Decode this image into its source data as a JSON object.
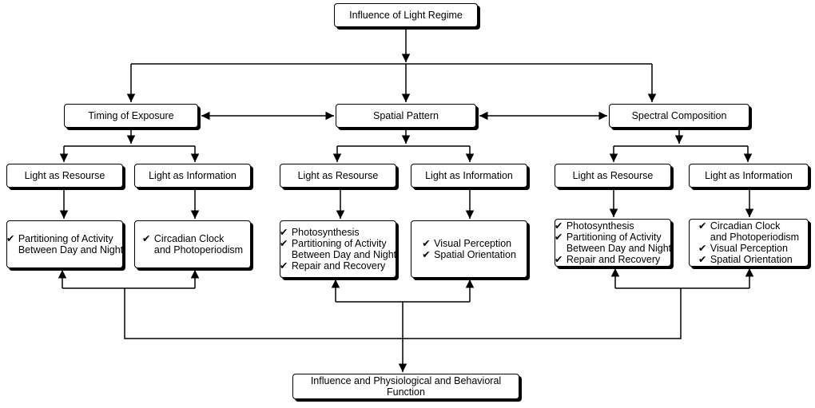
{
  "nodes": {
    "root": "Influence of Light Regime",
    "timing": "Timing of Exposure",
    "spatial": "Spatial Pattern",
    "spectral": "Spectral Composition",
    "bottom": "Influence and Physiological and Behavioral Function",
    "t_res": "Light as Resourse",
    "t_inf": "Light as Information",
    "s_res": "Light as Resourse",
    "s_inf": "Light as Information",
    "c_res": "Light as Resourse",
    "c_inf": "Light as Information"
  },
  "check": "✔",
  "lists": {
    "t_res": [
      "Partitioning of Activity\nBetween Day and Night"
    ],
    "t_inf": [
      "Circadian Clock\nand Photoperiodism"
    ],
    "s_res": [
      "Photosynthesis",
      "Partitioning of Activity\nBetween Day and Night",
      "Repair and Recovery"
    ],
    "s_inf": [
      "Visual Perception",
      "Spatial Orientation"
    ],
    "c_res": [
      "Photosynthesis",
      "Partitioning of Activity\nBetween Day and Night",
      "Repair and Recovery"
    ],
    "c_inf": [
      "Circadian Clock\nand Photoperiodism",
      "Visual Perception",
      "Spatial Orientation"
    ]
  }
}
